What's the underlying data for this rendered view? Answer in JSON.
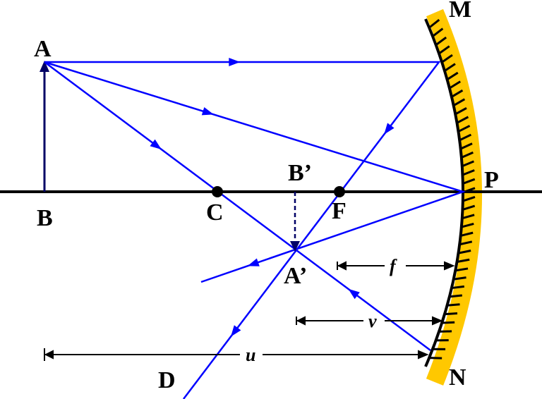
{
  "labels": {
    "A": "A",
    "B": "B",
    "C": "C",
    "F": "F",
    "P": "P",
    "M": "M",
    "N": "N",
    "B_prime": "B’",
    "A_prime": "A’",
    "D": "D"
  },
  "dimensions": {
    "f": "f",
    "v": "v",
    "u": "u"
  },
  "colors": {
    "ray": "#0000ff",
    "mirror_back": "#ffc800",
    "axis": "#000000",
    "image": "#000066"
  }
}
